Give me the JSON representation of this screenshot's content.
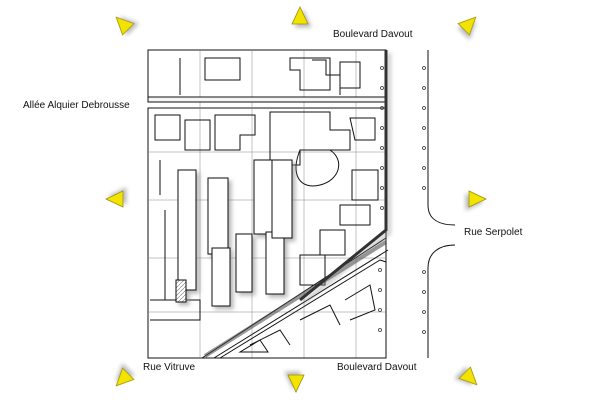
{
  "streets": {
    "boulevard_davout_top": "Boulevard Davout",
    "allee_alquier_debrousse": "Allée Alquier Debrousse",
    "rue_serpolet": "Rue Serpolet",
    "rue_vitruve": "Rue Vitruve",
    "boulevard_davout_bottom": "Boulevard Davout"
  },
  "navigation": {
    "arrow_color": "#f2e300",
    "arrows": [
      "north-west",
      "north",
      "north-east",
      "west",
      "east",
      "south-west",
      "south",
      "south-east"
    ]
  },
  "map": {
    "line_color": "#111111",
    "background": "#ffffff"
  }
}
